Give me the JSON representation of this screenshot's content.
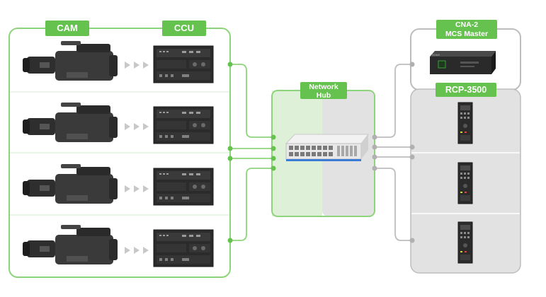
{
  "labels": {
    "cam": "CAM",
    "ccu": "CCU",
    "hub_line1": "Network",
    "hub_line2": "Hub",
    "cna_line1": "CNA-2",
    "cna_line2": "MCS Master",
    "rcp": "RCP-3500"
  },
  "device_text": {
    "brand": "SONY"
  },
  "colors": {
    "green": "#66c24e",
    "green_line": "#8ed47c",
    "green_fill": "#dff0d8",
    "gray_line": "#bdbdbd",
    "gray_fill": "#e2e2e2",
    "arrow": "#c8c8c8"
  },
  "diagram": {
    "rows": 4,
    "rcp_units": 3,
    "arrows_per_row": 3
  }
}
